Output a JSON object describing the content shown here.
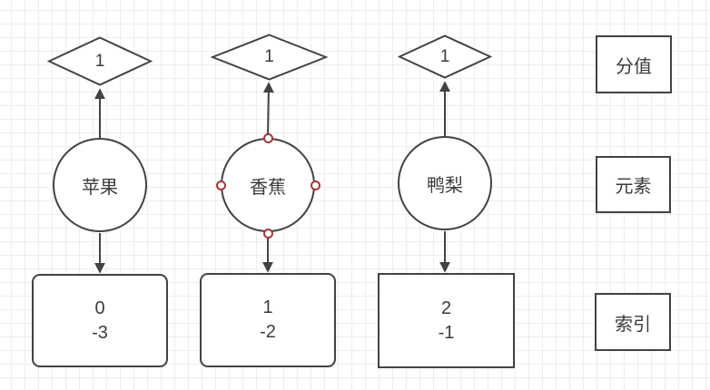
{
  "canvas": {
    "background": "#ffffff",
    "grid_color": "#ededed"
  },
  "colors": {
    "shape_stroke": "#424242",
    "text": "#3b3b3b",
    "connection_point": "#9e3a38"
  },
  "columns": [
    {
      "score": "1",
      "element": "苹果",
      "index": {
        "line1": "0",
        "line2": "-3"
      }
    },
    {
      "score": "1",
      "element": "香蕉",
      "index": {
        "line1": "1",
        "line2": "-2"
      }
    },
    {
      "score": "1",
      "element": "鸭梨",
      "index": {
        "line1": "2",
        "line2": "-1"
      }
    }
  ],
  "legend": [
    {
      "label": "分值"
    },
    {
      "label": "元素"
    },
    {
      "label": "索引"
    }
  ]
}
